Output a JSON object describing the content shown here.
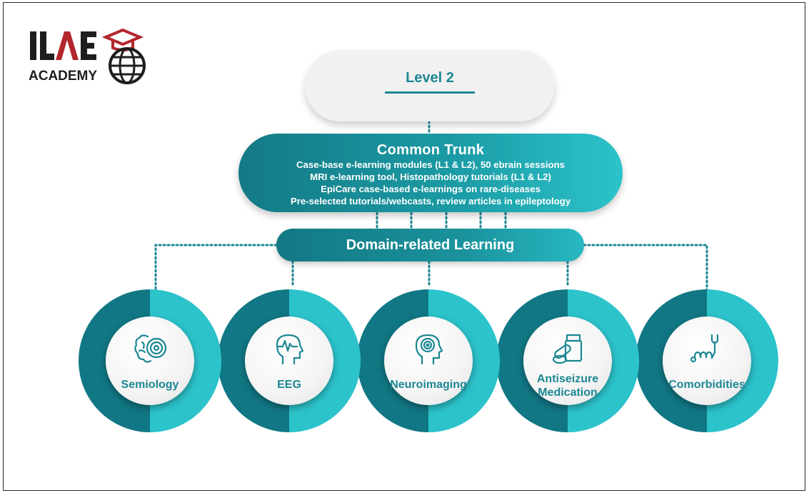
{
  "logo": {
    "wordmark": "ILAE",
    "subtitle": "ACADEMY"
  },
  "level": {
    "title": "Level 2"
  },
  "common_trunk": {
    "title": "Common Trunk",
    "lines": [
      "Case-base e-learning modules (L1 & L2), 50 ebrain sessions",
      "MRI e-learning tool, Histopathology tutorials (L1 & L2)",
      "EpiCare case-based e-learnings on rare-diseases",
      "Pre-selected tutorials/webcasts, review articles in epileptology"
    ]
  },
  "domain": {
    "title": "Domain-related Learning"
  },
  "domains": [
    {
      "label": "Semiology",
      "icon": "brain-target-icon"
    },
    {
      "label": "EEG",
      "icon": "head-eeg-icon"
    },
    {
      "label": "Neuroimaging",
      "icon": "head-scan-icon"
    },
    {
      "label": "Antiseizure Medication",
      "icon": "pills-icon"
    },
    {
      "label": "Comorbidities",
      "icon": "stethoscope-icon"
    }
  ],
  "colors": {
    "teal_dark": "#117784",
    "teal_mid": "#1b9aa4",
    "teal_light": "#2cc3cb",
    "logo_red": "#b3262d",
    "text_dark": "#1e1e1e"
  }
}
